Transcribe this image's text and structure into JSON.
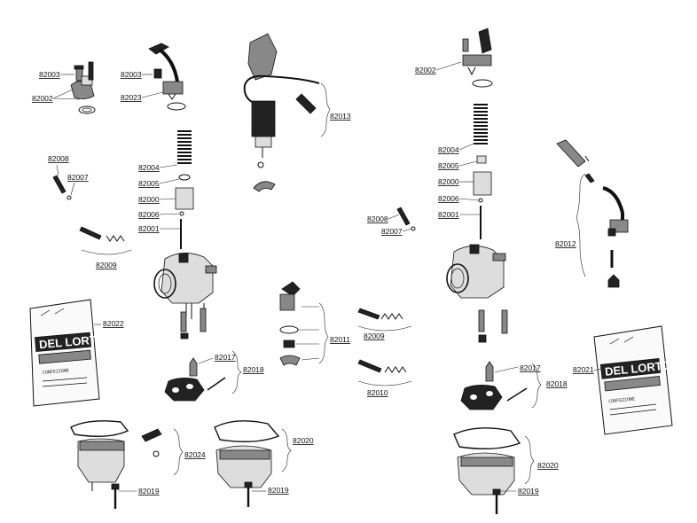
{
  "labels": {
    "l82003a": "82003",
    "l82002a": "82002",
    "l82003b": "82003",
    "l82023": "82023",
    "l82008a": "82008",
    "l82007a": "82007",
    "l82009a": "82009",
    "l82004a": "82004",
    "l82005a": "82005",
    "l82000a": "82000",
    "l82006a": "82006",
    "l82001a": "82001",
    "l82013": "82013",
    "l82022": "82022",
    "l82017a": "82017",
    "l82018a": "82018",
    "l82011": "82011",
    "l82024": "82024",
    "l82019a": "82019",
    "l82020a": "82020",
    "l82019b": "82019",
    "l82002b": "82002",
    "l82004b": "82004",
    "l82005b": "82005",
    "l82000b": "82000",
    "l82006b": "82006",
    "l82001b": "82001",
    "l82008b": "82008",
    "l82007b": "82007",
    "l82012": "82012",
    "l82009b": "82009",
    "l82010": "82010",
    "l82017b": "82017",
    "l82018b": "82018",
    "l82021": "82021",
    "l82020b": "82020",
    "l82019c": "82019"
  },
  "bags": {
    "brand": "DEL LORTO",
    "caption": "CONFEZIONE"
  }
}
